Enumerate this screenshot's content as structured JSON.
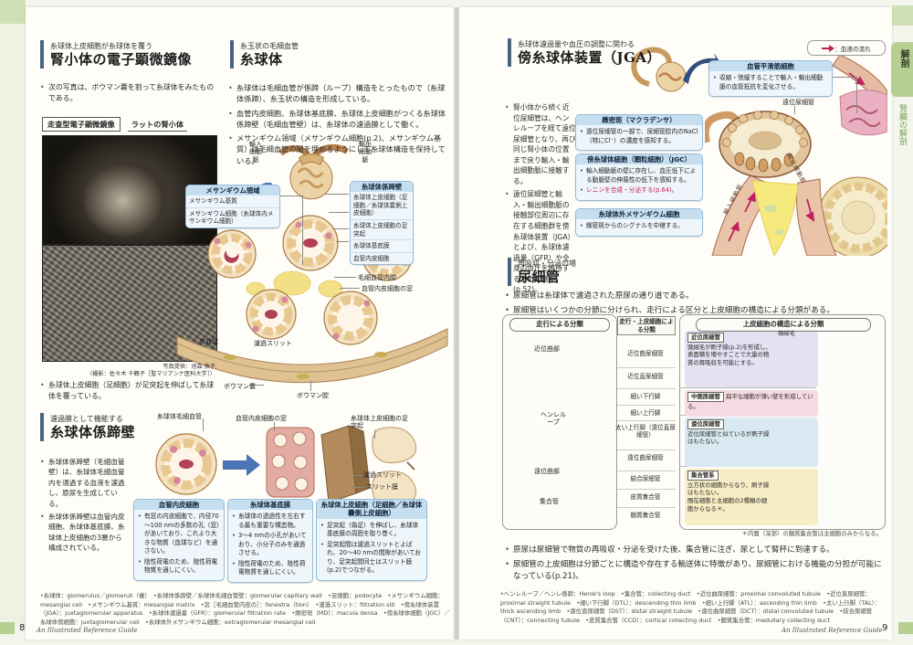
{
  "meta": {
    "brand": "An Illustrated Reference Guide"
  },
  "edge": {
    "section_tab": "解剖",
    "chapter_tab": "腎臓の解剖"
  },
  "colors": {
    "header_bar": "#4a6480",
    "box_header_blue": "#c6dff0",
    "renin_red": "#c81e5a",
    "tab_green": "#b7cf90",
    "flow_arrow_magenta": "#c02060"
  },
  "left": {
    "page_no": "8",
    "em": {
      "kicker": "糸球体上皮細胞が糸球体を覆う",
      "title": "腎小体の電子顕微鏡像",
      "b1": "次の写真は、ボウマン嚢を割って糸球体をみたものである。",
      "tag_method": "走査型電子顕微鏡像",
      "tag_subject": "ラットの腎小体",
      "credit1": "写真提供：池森 敦子",
      "credit2": "（撮影：佐々木 千鶴子［聖マリアンナ医科大学］）",
      "b2": "糸球体上皮細胞（足細胞）が足突起を伸ばして糸球体を覆っている。"
    },
    "glom": {
      "kicker": "糸玉状の毛細血管",
      "title": "糸球体",
      "b1": "糸球体は毛細血管が係蹄（ループ）構造をとったもので（糸球体係蹄）、糸玉状の構造を形成している。",
      "b2": "血管内皮細胞、糸球体基底膜、糸球体上皮細胞がつくる糸球体係蹄壁（毛細血管壁）は、糸球体の濾過膜として働く。",
      "b3": "メサンギウム領域（メサンギウム細胞(p.2)、メサンギウム基質）は毛細血管の間を埋めるようにして糸球体構造を保持している。",
      "lbl_afferent": "輸入細動脈",
      "lbl_efferent": "輸出細動脈",
      "mes_box_title": "メサンギウム領域",
      "mes_matrix": "メサンギウム基質",
      "mes_cell": "メサンギウム細胞（糸球体内メサンギウム細胞）",
      "wall_box_title": "糸球体係蹄壁",
      "wall_l1": "糸球体上皮細胞（足細胞／糸球体嚢側上皮細胞）",
      "wall_l2": "糸球体上皮細胞の足突起",
      "wall_l3": "糸球体基底膜",
      "wall_l4": "血管内皮細胞",
      "lbl_lumen": "毛細血管内腔",
      "lbl_fenestra": "血管内皮細胞の窓",
      "lbl_rbc": "赤血球",
      "lbl_slit": "濾過スリット",
      "lbl_bowman_capsule": "ボウマン嚢",
      "lbl_bowman_space": "ボウマン腔"
    },
    "wall": {
      "kicker": "濾過膜として機能する",
      "title": "糸球体係蹄壁",
      "b1": "糸球体係蹄壁（毛細血管壁）は、糸球体毛細血管内を通過する血液を濾過し、原尿を生成している。",
      "b2": "糸球体係蹄壁は血管内皮細胞、糸球体基底膜、糸球体上皮細胞の3層から構成されている。",
      "lbl_capillary": "糸球体毛細血管",
      "lbl_fenestra": "血管内皮細胞の窓",
      "lbl_footproc": "糸球体上皮細胞の足突起",
      "lbl_slit": "濾過スリット",
      "lbl_slitmem": "スリット膜",
      "endo_title": "血管内皮細胞",
      "endo_b1": "有窓の内皮細胞で、内径70～100 nmの多数の孔（窓）があいており、これより大きな物質（血球など）を通さない。",
      "endo_b2": "陰性荷電のため、陰性荷電物質を通しにくい。",
      "gbm_title": "糸球体基底膜",
      "gbm_b1": "糸球体の透過性を左右する最も重要な構造物。",
      "gbm_b2": "3～4 nmの小孔があいており、小分子のみを通過させる。",
      "gbm_b3": "陰性荷電のため、陰性荷電物質を通しにくい。",
      "pod_title": "糸球体上皮細胞（足細胞／糸球体嚢側上皮細胞）",
      "pod_b1": "足突起（偽足）を伸ばし、糸球体基底膜の周囲を取り巻く。",
      "pod_b2": "足突起間は濾過スリットとよばれ、20～40 nmの間隙があいており、足突起間同士はスリット膜(p.2)でつながる。"
    },
    "footnotes": "•糸球体：glomerulus／glomeruli（複）　•糸球体係蹄壁／糸球体毛細血管壁：glomerular capillary wall　•足細胞：podocyte　•メサンギウム細胞：mesangial cell　•メサンギウム基質：mesangial matrix　•窓［毛細血管内皮の］：fenestra（tion）　•濾過スリット：filtration slit　•傍糸球体装置（JGA）：juxtaglomerular apparatus　•糸球体濾過量（GFR）：glomerular filtration rate　•緻密斑（MD）：macula densa　•傍糸球体細胞（JGC）／糸球体傍細胞：juxtaglomerular cell　•糸球体外メサンギウム細胞：extraglomerular mesangial cell"
  },
  "right": {
    "page_no": "9",
    "jga": {
      "kicker": "糸球体濾過量や血圧の調整に関わる",
      "title": "傍糸球体装置（JGA）",
      "b1": "腎小体から続く近位尿細管は、ヘンレループを経て遠位尿細管となり、再び同じ腎小体の位置まで戻り輸入・輸出細動脈に接触する。",
      "b2": "遠位尿細管と輸入・輸出細動脈の接触部位周辺に存在する細胞群を傍糸球体装置（JGA）とよび、糸球体濾過量（GFR）や全身の血圧を維持するために働く(p.52)。",
      "legend": "：血液の流れ",
      "md_title": "緻密斑（マクラデンサ）",
      "md_b1": "遠位尿細管の一部で、尿細管腔内のNaCl（特にCl⁻）の濃度を感知する。",
      "jgc_title": "傍糸球体細胞（顆粒細胞）（JGC）",
      "jgc_b1": "輸入細動脈の壁に存在し、血圧低下による動脈壁の伸展性の低下を感知する。",
      "jgc_b2": "レニンを合成・分泌する(p.64)。",
      "egm_title": "糸球体外メサンギウム細胞",
      "egm_b1": "緻密斑からのシグナルを中継する。",
      "smc_title": "血管平滑筋細胞",
      "smc_b1": "収縮・弛緩することで輸入・輸出細動脈の血管抵抗を変化させる。",
      "lbl_distal": "遠位尿細管",
      "lbl_afferent": "輸入細動脈",
      "lbl_efferent": "輸出細動脈"
    },
    "tubule": {
      "kicker": "再吸収・分泌の場",
      "title": "尿細管",
      "b1": "尿細管は糸球体で濾過された原尿の通り道である。",
      "b2": "尿細管はいくつかの分節に分けられ、走行による区分と上皮細胞の構造による分類がある。",
      "panel_course_title": "走行による分類",
      "course_labels": [
        "近位曲部",
        "ヘンレループ",
        "遠位曲部",
        "集合管"
      ],
      "panel_segment_title": "走行・上皮細胞による分類",
      "segment_rows": [
        "近位曲尿細管",
        "近位直尿細管",
        "細い下行脚",
        "細い上行脚",
        "太い上行脚（遠位直尿細管）",
        "遠位曲尿細管",
        "結合尿細管",
        "皮質集合管",
        "髄質集合管"
      ],
      "panel_epithel_title": "上皮細胞の構造による分類",
      "lbl_microvilli": "微絨毛",
      "prox_title": "近位尿細管",
      "prox_b1": "微絨毛が刷子縁(p.2)を形成し、表面積を増やすことで大量の物質の再吸収を可能にする。",
      "inter_title": "中間尿細管",
      "inter_b1": "扁平な細胞が薄い壁を形成している。",
      "dist_title": "遠位尿細管",
      "dist_b1": "近位尿細管と似ているが刷子縁はもたない。",
      "cd_title": "集合管系",
      "cd_b1": "立方状の細胞からなり、刷子縁はもたない。",
      "cd_b2": "間在細胞と主細胞の2種類の細胞からなる＊。",
      "fig_note": "＊内層（深部）の髄質集合管は主細胞のみからなる。",
      "b3": "原尿は尿細管で物質の再吸収・分泌を受けた後、集合管に注ぎ、尿として腎杯に到達する。",
      "b4": "尿細管の上皮細胞は分節ごとに構造や存在する輸送体に特徴があり、尿細管における機能の分担が可能になっている(p.21)。"
    },
    "footnotes": "•ヘンレループ／ヘンレ係蹄：Henle's loop　•集合管：collecting duct　•近位曲尿細管：proximal convoluted tubule　•近位直尿細管：proximal straight tubule　•細い下行脚（DTL）：descending thin limb　•細い上行脚（ATL）：ascending thin limb　•太い上行脚（TAL）：thick ascending limb　•遠位直尿細管（DST）：distal straight tubule　•遠位曲尿細管（DCT）：distal convoluted tubule　•結合尿細管（CNT）：connecting tubule　•皮質集合管（CCD）：cortical collecting duct　•髄質集合管：medullary collecting duct"
  }
}
